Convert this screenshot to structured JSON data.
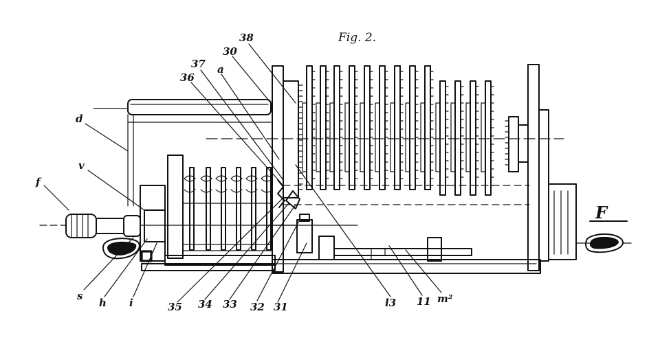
{
  "figure": {
    "title": "Fig. 2.",
    "side_letter": "F"
  },
  "labels": {
    "l_38": "38",
    "l_30": "30",
    "l_37": "37",
    "l_a": "a",
    "l_36": "36",
    "l_d": "d",
    "l_v": "v",
    "l_f": "f",
    "l_s": "s",
    "l_h": "h",
    "l_i": "i",
    "l_35": "35",
    "l_34": "34",
    "l_33": "33",
    "l_32": "32",
    "l_31": "31",
    "l_l3": "l3",
    "l_11": "11",
    "l_m2": "m²"
  }
}
